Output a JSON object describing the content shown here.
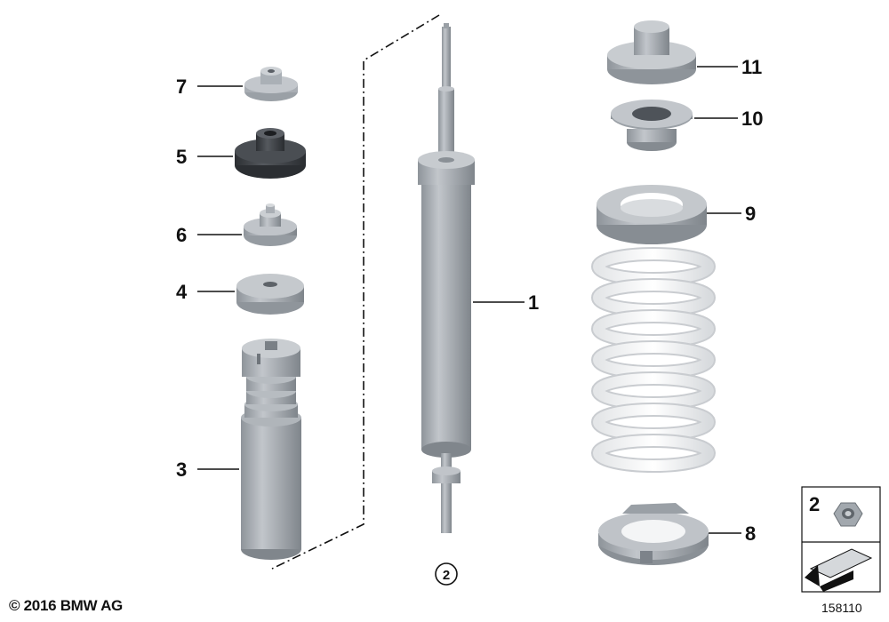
{
  "diagram": {
    "callouts": [
      {
        "id": "callout-7",
        "label": "7"
      },
      {
        "id": "callout-5",
        "label": "5"
      },
      {
        "id": "callout-6",
        "label": "6"
      },
      {
        "id": "callout-4",
        "label": "4"
      },
      {
        "id": "callout-3",
        "label": "3"
      },
      {
        "id": "callout-1",
        "label": "1"
      },
      {
        "id": "callout-11",
        "label": "11"
      },
      {
        "id": "callout-10",
        "label": "10"
      },
      {
        "id": "callout-9",
        "label": "9"
      },
      {
        "id": "callout-8",
        "label": "8"
      }
    ],
    "circled_ref": "2",
    "inset_label": "2"
  },
  "footer": {
    "copyright": "© 2016 BMW AG",
    "reference": "158110"
  },
  "colors": {
    "part_gray": "#a8adb3",
    "dark_rubber": "#3a3d42",
    "spring_white": "#f2f3f4",
    "line": "#111111"
  }
}
